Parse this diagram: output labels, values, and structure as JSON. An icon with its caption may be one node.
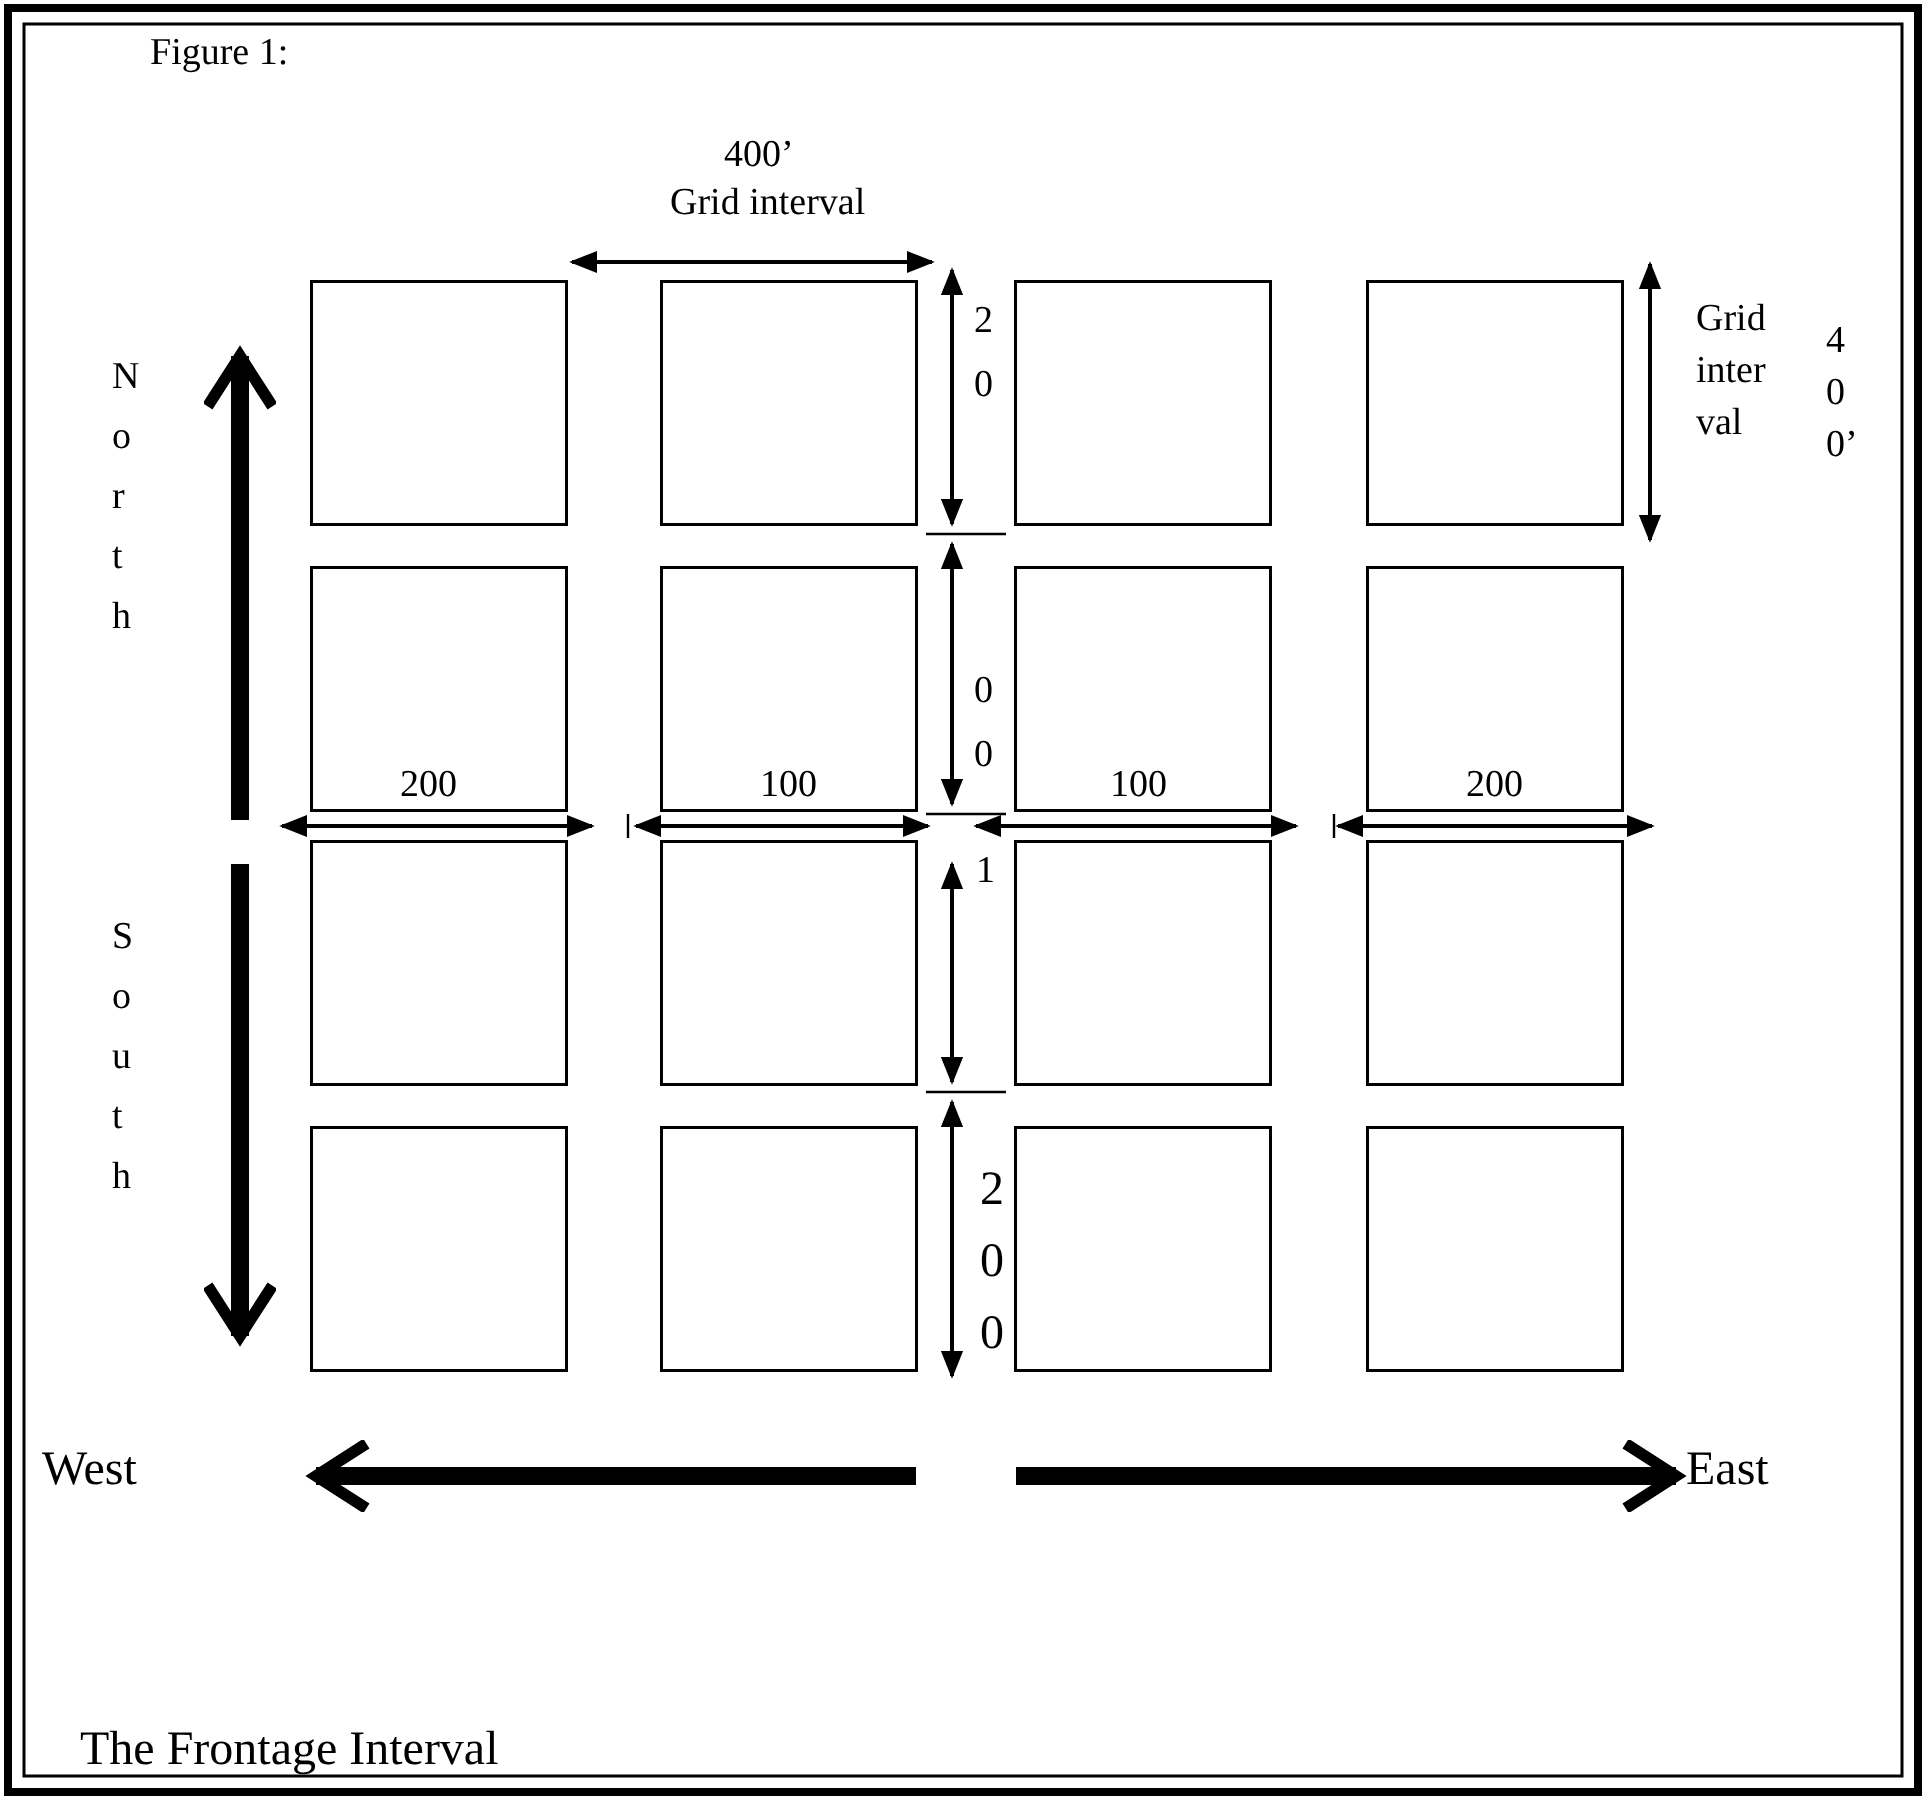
{
  "diagram": {
    "title": "Figure 1:",
    "caption": "The Frontage Interval",
    "labels": [
      "400’",
      "Grid interval",
      "Grid interval",
      "400’",
      "North",
      "20",
      "00",
      "200",
      "100",
      "100",
      "200",
      "1",
      "South",
      "200",
      "West",
      "East"
    ]
  }
}
